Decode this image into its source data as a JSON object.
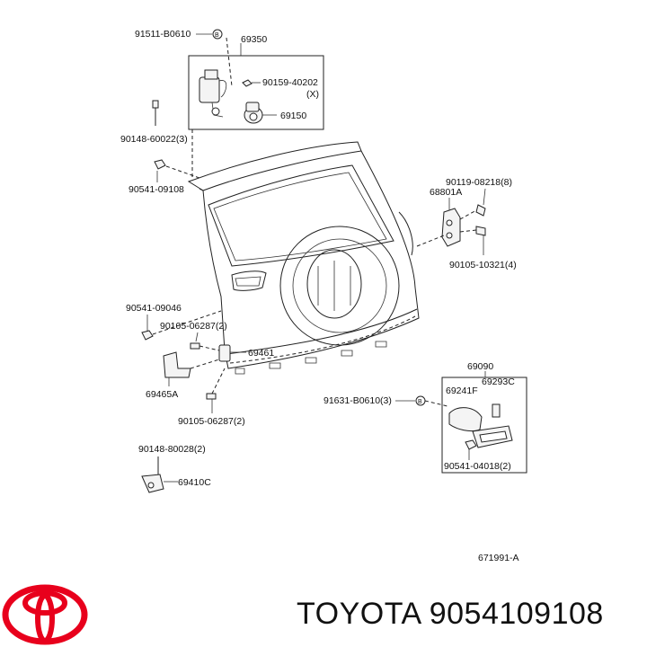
{
  "parts": {
    "p91511": "91511-B0610",
    "p69350": "69350",
    "p90159": "90159-40202",
    "x_mark": "(X)",
    "p69150": "69150",
    "p90148a": "90148-60022(3)",
    "p90541a": "90541-09108",
    "p90119": "90119-08218(8)",
    "p68801": "68801A",
    "p90105a": "90105-10321(4)",
    "p90541b": "90541-09046",
    "p90105b": "90105-06287(2)",
    "p69461": "69461",
    "p69465": "69465A",
    "p90105c": "90105-06287(2)",
    "p69090": "69090",
    "p69241": "69241F",
    "p69293": "69293C",
    "p91631": "91631-B0610(3)",
    "p90541c": "90541-04018(2)",
    "p90148b": "90148-80028(2)",
    "p69410": "69410C",
    "b_mark": "B"
  },
  "diagram_code": "671991-A",
  "brand_text": "TOYOTA 9054109108",
  "colors": {
    "logo": "#e8001c",
    "ink": "#111111"
  }
}
